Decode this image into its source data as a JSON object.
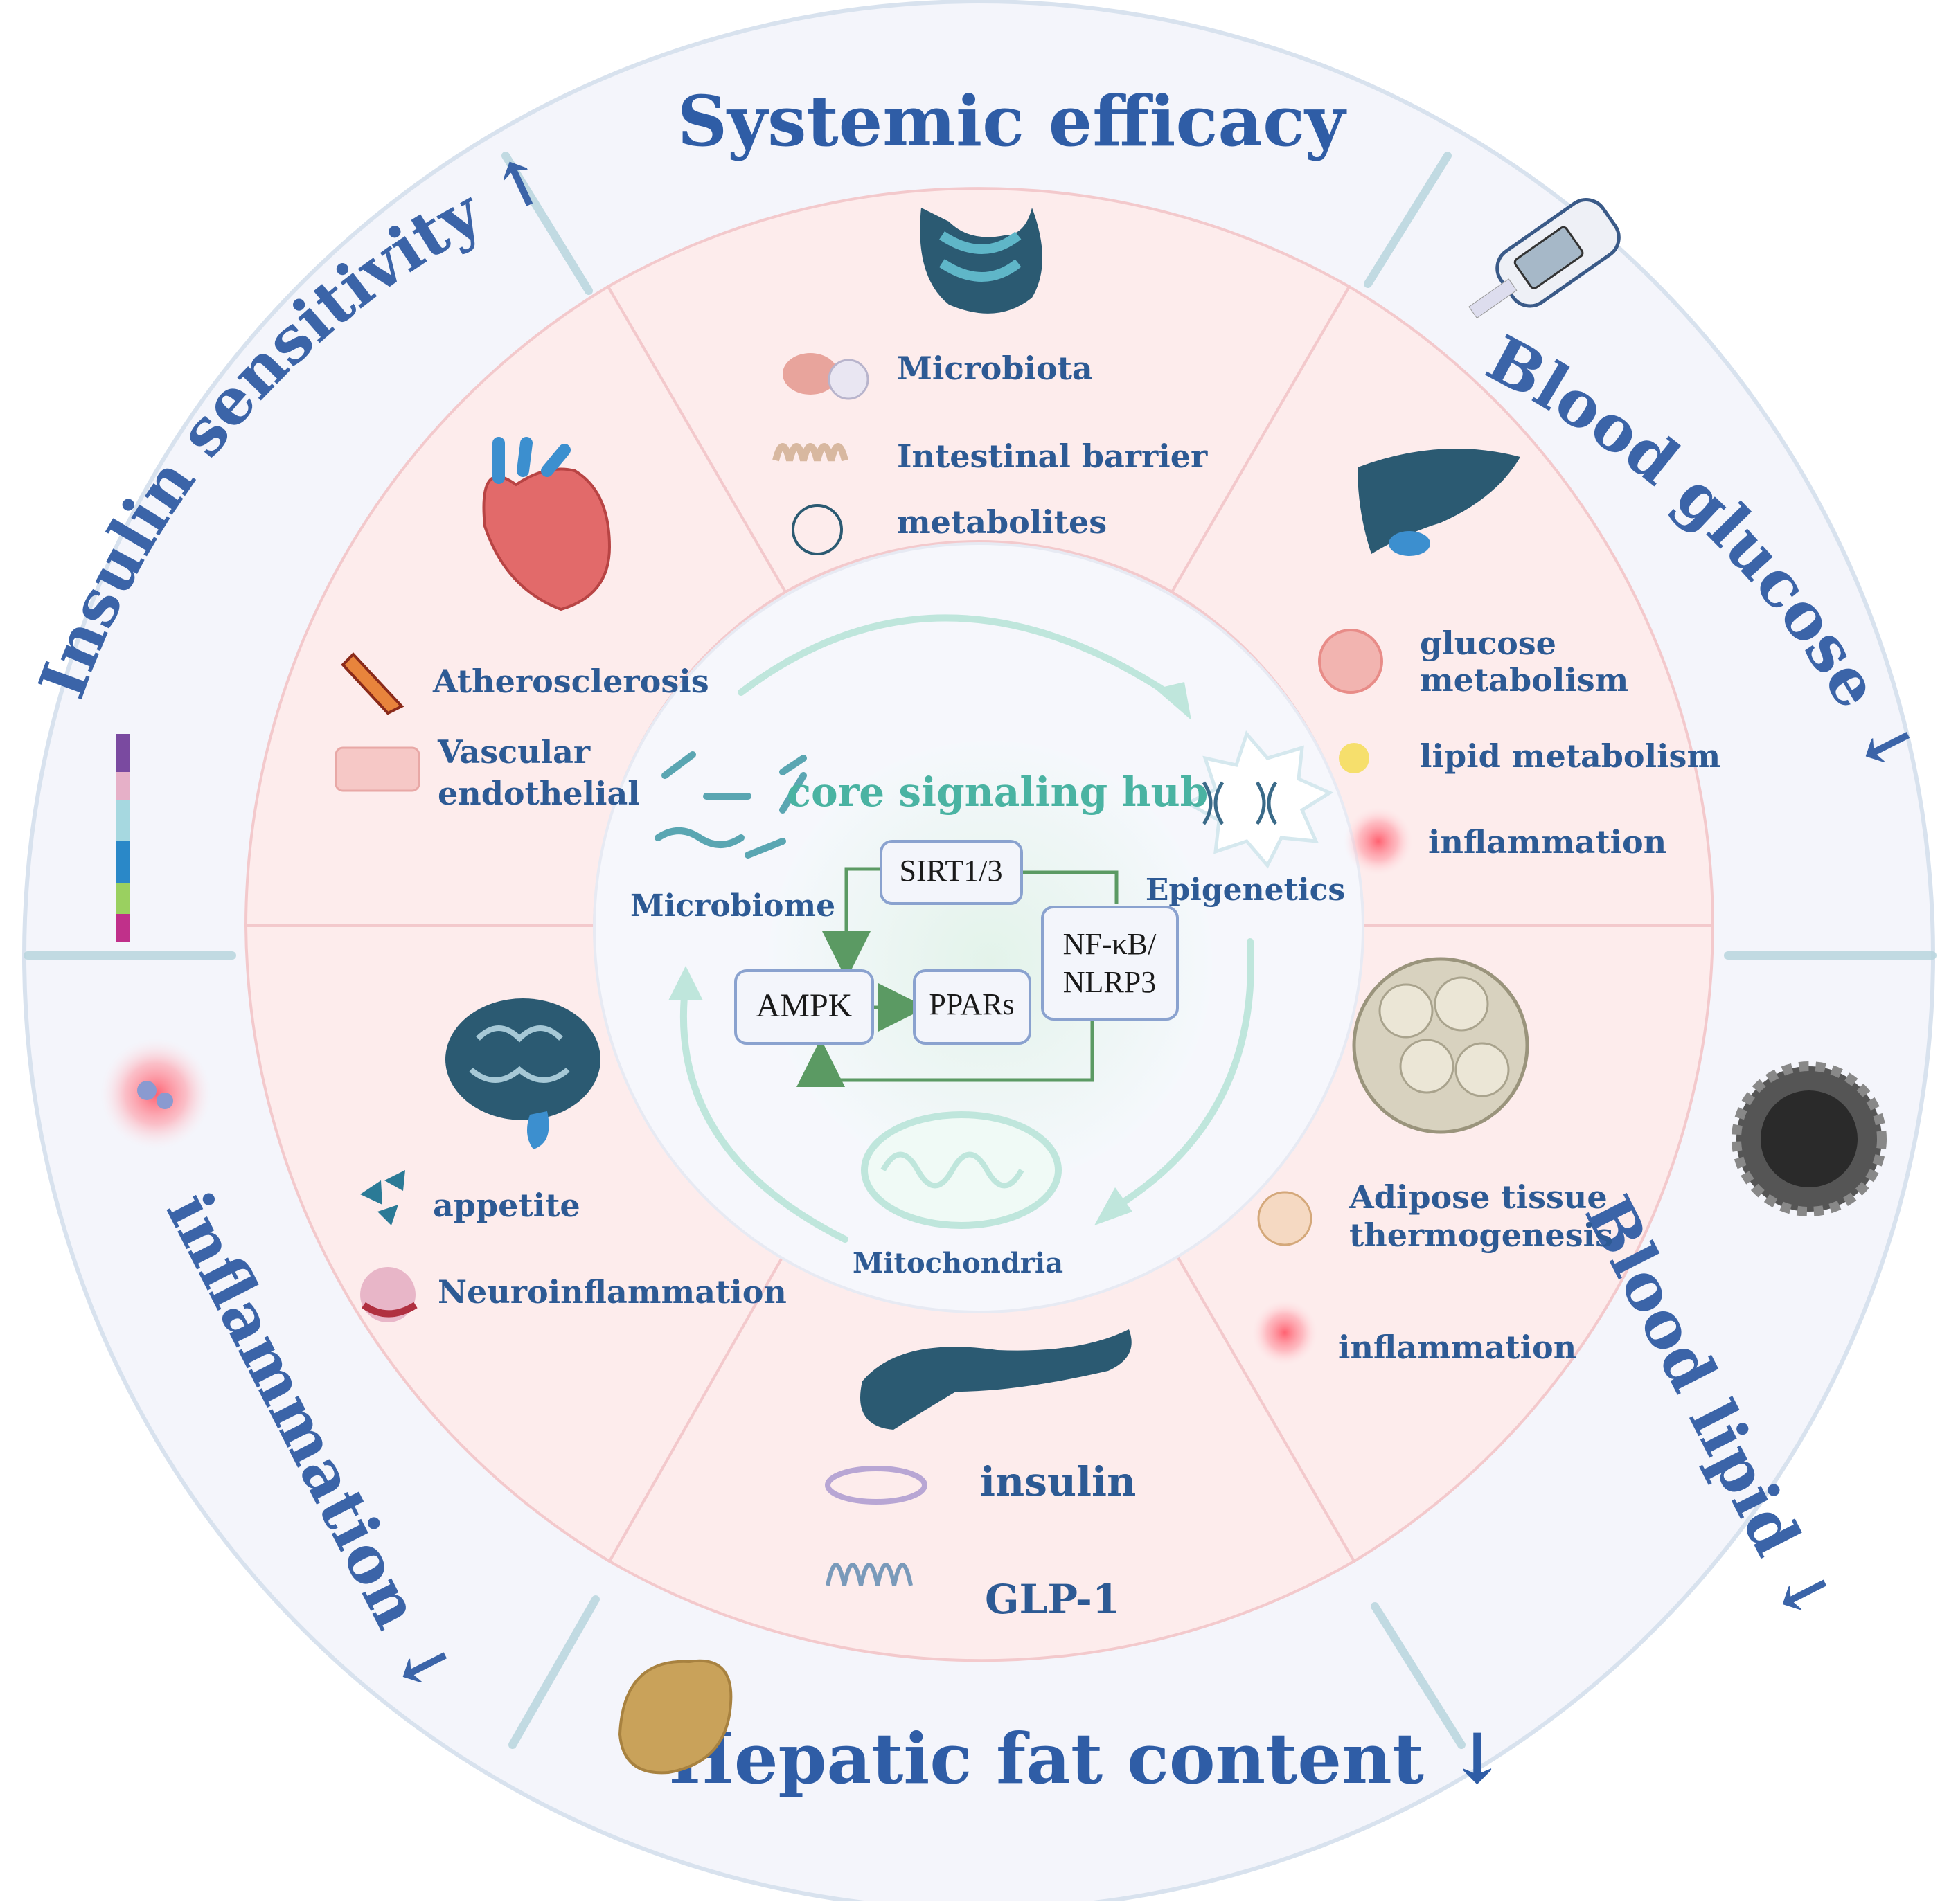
{
  "outer": {
    "top": "Systemic efficacy",
    "top_right": "Blood glucose ↓",
    "bottom_right": "Blood lipid ↓",
    "bottom": "Hepatic fat content ↓",
    "bottom_left": "inflammation ↓",
    "top_left": "Insulin sensitivity ↑"
  },
  "segments": {
    "gut": {
      "items": [
        "Microbiota",
        "Intestinal barrier",
        "metabolites"
      ]
    },
    "liver": {
      "items": [
        "glucose",
        "metabolism",
        "lipid metabolism",
        "inflammation"
      ]
    },
    "adipose": {
      "items": [
        "Adipose tissue",
        "thermogenesis",
        "inflammation"
      ]
    },
    "pancreas": {
      "items": [
        "insulin",
        "GLP-1"
      ]
    },
    "brain": {
      "items": [
        "appetite",
        "Neuroinflammation"
      ]
    },
    "heart": {
      "items": [
        "Atherosclerosis",
        "Vascular",
        "endothelial"
      ]
    }
  },
  "hub": {
    "title": "core signaling hub",
    "microbiome": "Microbiome",
    "epigenetics": "Epigenetics",
    "mitochondria": "Mitochondria",
    "nodes": {
      "sirt": "SIRT1/3",
      "ampk": "AMPK",
      "ppar": "PPARs",
      "nfkb_1": "NF-κB/",
      "nfkb_2": "NLRP3"
    }
  },
  "icons": [
    "intestine-icon",
    "glucometer-icon",
    "liver-icon",
    "adipose-tissue-icon",
    "lipoprotein-icon",
    "pancreas-icon",
    "fatty-liver-icon",
    "brain-icon",
    "heart-icon",
    "inflamed-cell-icon",
    "chromosome-icon",
    "bacteria-icon",
    "mitochondria-icon",
    "dna-icon"
  ],
  "colors": {
    "title_blue": "#2f5da6",
    "outer_ring": "#f4f5fb",
    "segment_pink": "#fdecec",
    "hub_teal": "#4ab3a2",
    "node_border": "#8aa2cf",
    "arrow_green": "#5b9a63",
    "dark_organ": "#2b5a72"
  }
}
